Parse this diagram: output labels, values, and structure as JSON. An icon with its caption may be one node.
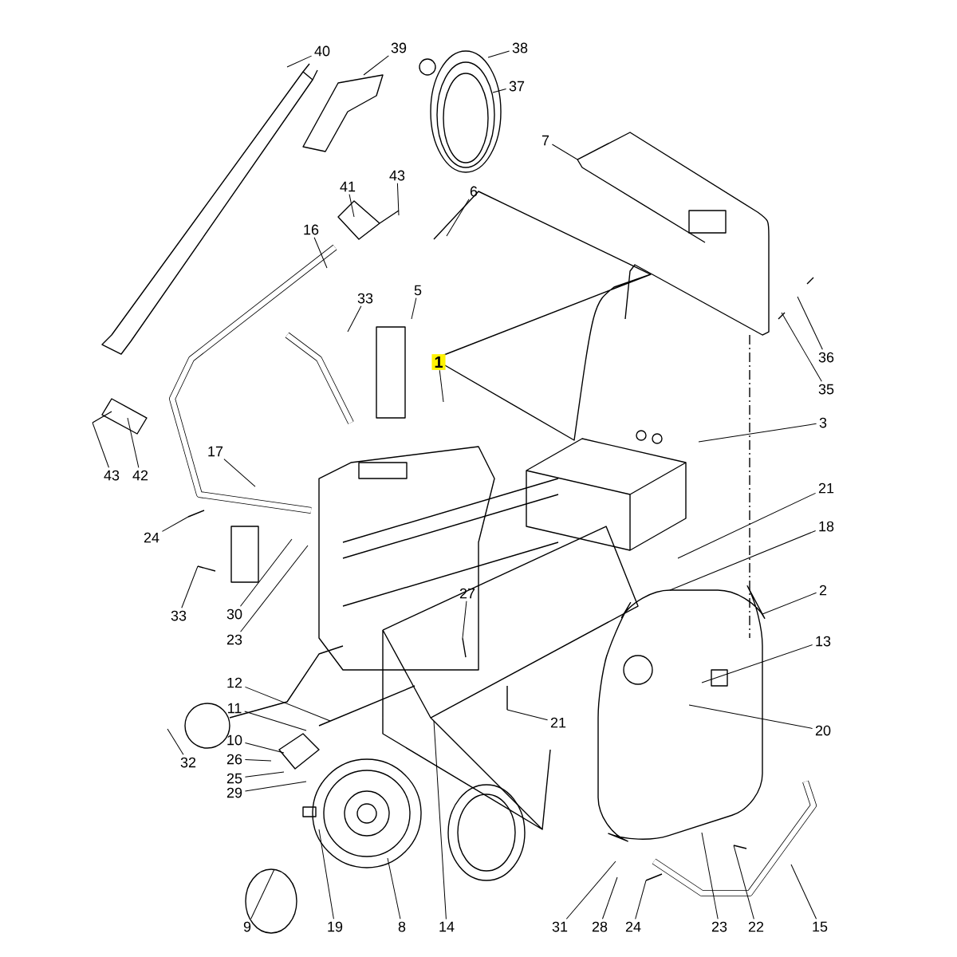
{
  "diagram": {
    "nodes": [
      {
        "text": [
          "40"
        ]
      },
      {
        "text": [
          "39"
        ]
      },
      {
        "text": [
          "38"
        ]
      },
      {
        "text": [
          "37"
        ]
      },
      {
        "text": [
          "7"
        ]
      },
      {
        "text": [
          "6"
        ]
      },
      {
        "text": [
          "43"
        ]
      },
      {
        "text": [
          "41"
        ]
      },
      {
        "text": [
          "16"
        ]
      },
      {
        "text": [
          "33"
        ]
      },
      {
        "text": [
          "5"
        ]
      },
      {
        "text": [
          "1"
        ]
      },
      {
        "text": [
          "36"
        ]
      },
      {
        "text": [
          "35"
        ]
      },
      {
        "text": [
          "3"
        ]
      },
      {
        "text": [
          "43"
        ]
      },
      {
        "text": [
          "42"
        ]
      },
      {
        "text": [
          "17"
        ]
      },
      {
        "text": [
          "21"
        ]
      },
      {
        "text": [
          "18"
        ]
      },
      {
        "text": [
          "24"
        ]
      },
      {
        "text": [
          "2"
        ]
      },
      {
        "text": [
          "33"
        ]
      },
      {
        "text": [
          "30"
        ]
      },
      {
        "text": [
          "23"
        ]
      },
      {
        "text": [
          "27"
        ]
      },
      {
        "text": [
          "13"
        ]
      },
      {
        "text": [
          "12"
        ]
      },
      {
        "text": [
          "11"
        ]
      },
      {
        "text": [
          "21"
        ]
      },
      {
        "text": [
          "20"
        ]
      },
      {
        "text": [
          "10"
        ]
      },
      {
        "text": [
          "26"
        ]
      },
      {
        "text": [
          "25"
        ]
      },
      {
        "text": [
          "29"
        ]
      },
      {
        "text": [
          "32"
        ]
      },
      {
        "text": [
          "9"
        ]
      },
      {
        "text": [
          "19"
        ]
      },
      {
        "text": [
          "8"
        ]
      },
      {
        "text": [
          "14"
        ]
      },
      {
        "text": [
          "31"
        ]
      },
      {
        "text": [
          "28"
        ]
      },
      {
        "text": [
          "24"
        ]
      },
      {
        "text": [
          "23"
        ]
      },
      {
        "text": [
          "22"
        ]
      },
      {
        "text": [
          "15"
        ]
      }
    ],
    "edges": [
      {
        "from": 0,
        "to": null,
        "arrow": "none"
      },
      {
        "from": 1,
        "to": null,
        "arrow": "none"
      },
      {
        "from": 2,
        "to": null,
        "arrow": "none"
      },
      {
        "from": 3,
        "to": null,
        "arrow": "none"
      },
      {
        "from": 4,
        "to": null,
        "arrow": "none"
      },
      {
        "from": 5,
        "to": null,
        "arrow": "none"
      },
      {
        "from": 6,
        "to": null,
        "arrow": "none"
      },
      {
        "from": 7,
        "to": null,
        "arrow": "none"
      },
      {
        "from": 8,
        "to": null,
        "arrow": "none"
      },
      {
        "from": 9,
        "to": null,
        "arrow": "none"
      },
      {
        "from": 10,
        "to": null,
        "arrow": "none"
      },
      {
        "from": 11,
        "to": null,
        "arrow": "none"
      },
      {
        "from": 12,
        "to": null,
        "arrow": "none"
      },
      {
        "from": 13,
        "to": null,
        "arrow": "none"
      },
      {
        "from": 14,
        "to": null,
        "arrow": "none"
      },
      {
        "from": 15,
        "to": null,
        "arrow": "none"
      },
      {
        "from": 16,
        "to": null,
        "arrow": "none"
      },
      {
        "from": 17,
        "to": null,
        "arrow": "none"
      },
      {
        "from": 18,
        "to": null,
        "arrow": "none"
      },
      {
        "from": 19,
        "to": null,
        "arrow": "none"
      },
      {
        "from": 20,
        "to": null,
        "arrow": "none"
      },
      {
        "from": 21,
        "to": null,
        "arrow": "none"
      },
      {
        "from": 22,
        "to": null,
        "arrow": "none"
      },
      {
        "from": 23,
        "to": null,
        "arrow": "none"
      },
      {
        "from": 24,
        "to": null,
        "arrow": "none"
      },
      {
        "from": 25,
        "to": null,
        "arrow": "none"
      },
      {
        "from": 26,
        "to": null,
        "arrow": "none"
      },
      {
        "from": 27,
        "to": null,
        "arrow": "none"
      },
      {
        "from": 28,
        "to": null,
        "arrow": "none"
      },
      {
        "from": 29,
        "to": null,
        "arrow": "none"
      },
      {
        "from": 30,
        "to": null,
        "arrow": "none"
      },
      {
        "from": 31,
        "to": null,
        "arrow": "none"
      },
      {
        "from": 32,
        "to": null,
        "arrow": "none"
      },
      {
        "from": 33,
        "to": null,
        "arrow": "none"
      },
      {
        "from": 34,
        "to": null,
        "arrow": "none"
      },
      {
        "from": 35,
        "to": null,
        "arrow": "none"
      },
      {
        "from": 36,
        "to": null,
        "arrow": "none"
      },
      {
        "from": 37,
        "to": null,
        "arrow": "none"
      },
      {
        "from": 38,
        "to": null,
        "arrow": "none"
      },
      {
        "from": 39,
        "to": null,
        "arrow": "none"
      },
      {
        "from": 40,
        "to": null,
        "arrow": "none"
      },
      {
        "from": 41,
        "to": null,
        "arrow": "none"
      },
      {
        "from": 42,
        "to": null,
        "arrow": "none"
      },
      {
        "from": 43,
        "to": null,
        "arrow": "none"
      },
      {
        "from": 44,
        "to": null,
        "arrow": "none"
      },
      {
        "from": 45,
        "to": null,
        "arrow": "none"
      }
    ]
  }
}
